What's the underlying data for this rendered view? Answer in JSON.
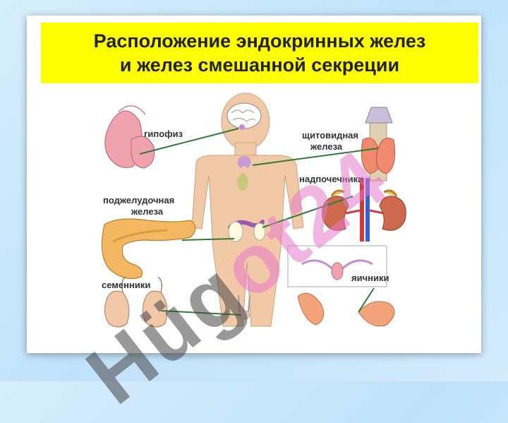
{
  "title": {
    "line1": "Расположение эндокринных желез",
    "line2": "и желез смешанной секреции"
  },
  "labels": {
    "pituitary": "гипофиз",
    "thyroid_1": "щитовидная",
    "thyroid_2": "железа",
    "adrenal": "надпочечники",
    "pancreas_1": "поджелудочная",
    "pancreas_2": "железа",
    "testes": "семенники",
    "ovaries": "яичники"
  },
  "watermark": {
    "dark": "Hüg",
    "pink": "ot24"
  },
  "colors": {
    "title_bg": "#ffff00",
    "body_skin": "#f1c9a6",
    "leader_line": "#2e7d32",
    "organ_pink": "#f0a2ae",
    "organ_orange": "#f4a460"
  }
}
